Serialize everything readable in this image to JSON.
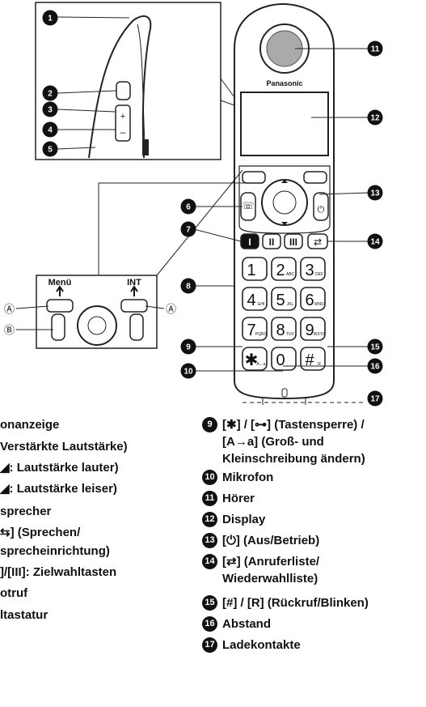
{
  "brand": "Panasonic",
  "inset_labels": {
    "menu": "Menü",
    "int": "INT",
    "marker_a": "Ⓐ",
    "marker_b": "Ⓑ"
  },
  "keypad": [
    {
      "d": "1",
      "s": ""
    },
    {
      "d": "2",
      "s": "ABC"
    },
    {
      "d": "3",
      "s": "DEF"
    },
    {
      "d": "4",
      "s": "GHI"
    },
    {
      "d": "5",
      "s": "JKL"
    },
    {
      "d": "6",
      "s": "MNO"
    },
    {
      "d": "7",
      "s": "PQRS"
    },
    {
      "d": "8",
      "s": "TUV"
    },
    {
      "d": "9",
      "s": "WXYZ"
    },
    {
      "d": "✱",
      "s": "A↔a"
    },
    {
      "d": "0",
      "s": ""
    },
    {
      "d": "#",
      "s": "R"
    }
  ],
  "quick_keys": [
    "I",
    "II",
    "III"
  ],
  "callouts": [
    "1",
    "2",
    "3",
    "4",
    "5",
    "6",
    "7",
    "8",
    "9",
    "10",
    "11",
    "12",
    "13",
    "14",
    "15",
    "16",
    "17"
  ],
  "legend_left": [
    {
      "num": "",
      "text": "onanzeige"
    },
    {
      "num": "",
      "text": "Verstärkte Lautstärke)"
    },
    {
      "num": "",
      "text": "◢: Lautstärke lauter)"
    },
    {
      "num": "",
      "text": "◢: Lautstärke leiser)"
    },
    {
      "num": "",
      "text": "sprecher"
    },
    {
      "num": "",
      "text": "⇆] (Sprechen/"
    },
    {
      "num": "",
      "text": "sprecheinrichtung)"
    },
    {
      "num": "",
      "text": "]/[III]: Zielwahltasten"
    },
    {
      "num": "",
      "text": "otruf"
    },
    {
      "num": "",
      "text": "ltastatur"
    }
  ],
  "legend_right": [
    {
      "num": "9",
      "lines": [
        "[✱] / [⊶] (Tastensperre) /",
        "[A→a] (Groß- und",
        "Kleinschreibung ändern)"
      ]
    },
    {
      "num": "10",
      "lines": [
        "Mikrofon"
      ]
    },
    {
      "num": "11",
      "lines": [
        "Hörer"
      ]
    },
    {
      "num": "12",
      "lines": [
        "Display"
      ]
    },
    {
      "num": "13",
      "lines": [
        "[⏻] (Aus/Betrieb)"
      ]
    },
    {
      "num": "14",
      "lines": [
        "[⇄] (Anruferliste/",
        "Wiederwahlliste)"
      ]
    },
    {
      "num": "15",
      "lines": [
        "[#] / [R] (Rückruf/Blinken)"
      ]
    },
    {
      "num": "16",
      "lines": [
        "Abstand"
      ]
    },
    {
      "num": "17",
      "lines": [
        "Ladekontakte"
      ]
    }
  ]
}
